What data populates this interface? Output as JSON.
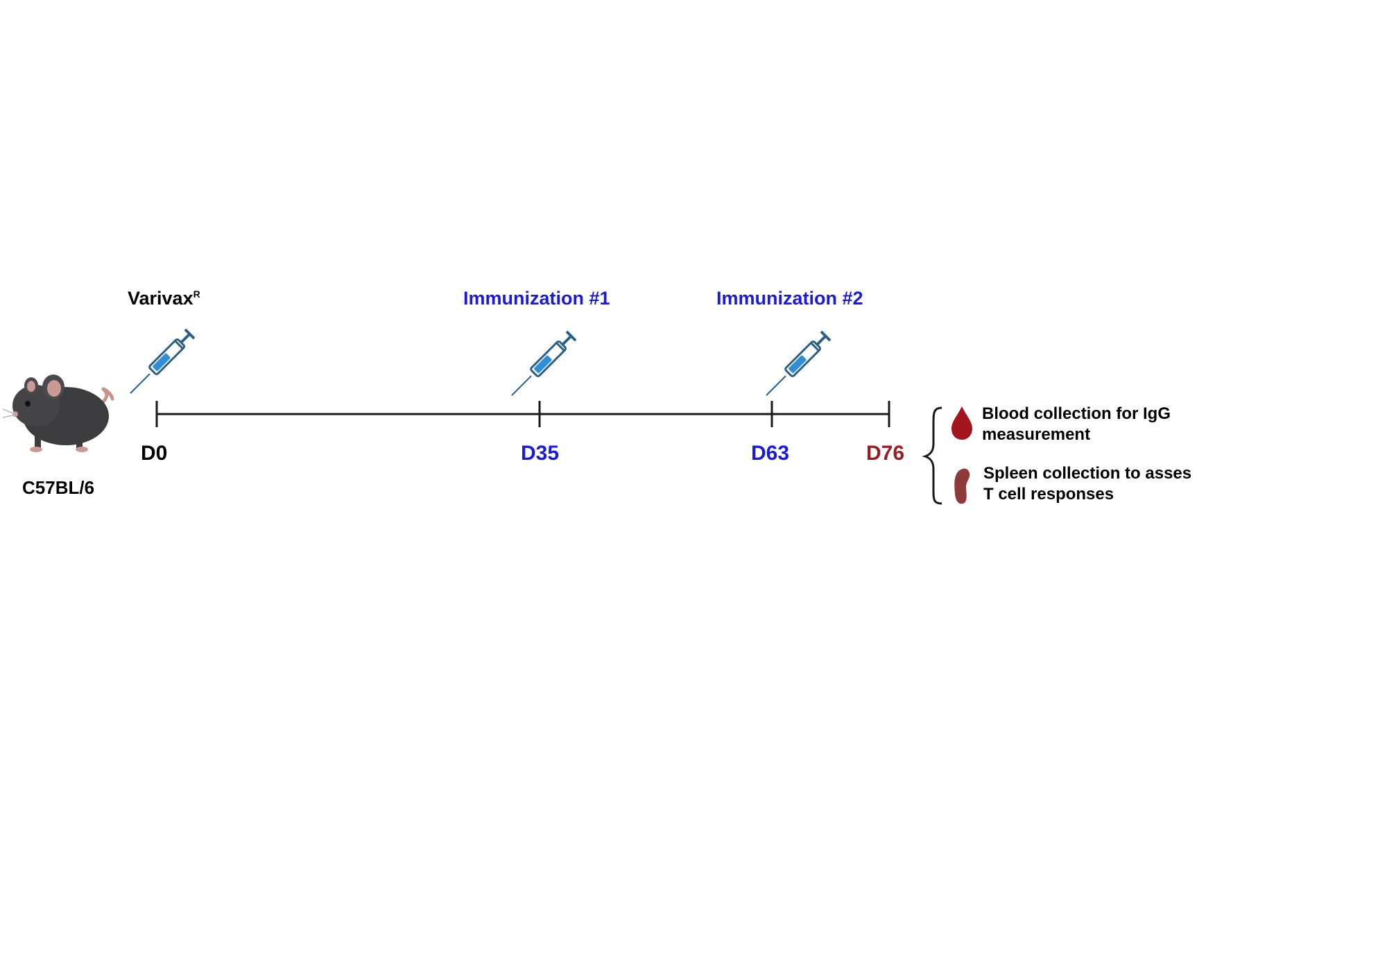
{
  "mouse": {
    "strain": "C57BL/6"
  },
  "events": [
    {
      "day": "D0",
      "label": "Varivax",
      "label_sup": "R",
      "day_color": "#000000",
      "label_color": "#000000"
    },
    {
      "day": "D35",
      "label": "Immunization #1",
      "label_sup": "",
      "day_color": "#1a1adc",
      "label_color": "#1a1adc"
    },
    {
      "day": "D63",
      "label": "Immunization #2",
      "label_sup": "",
      "day_color": "#1a1adc",
      "label_color": "#1a1adc"
    },
    {
      "day": "D76",
      "label": "",
      "label_sup": "",
      "day_color": "#9b1b1f",
      "label_color": ""
    }
  ],
  "outcomes": [
    {
      "icon": "blood-drop-icon",
      "line1": "Blood collection for IgG",
      "line2": "measurement"
    },
    {
      "icon": "spleen-icon",
      "line1": "Spleen collection to asses",
      "line2": "T cell responses"
    }
  ],
  "colors": {
    "accent_blue": "#1a1adc",
    "endpoint_red": "#9b1b1f",
    "blood": "#a3161d",
    "spleen": "#8f3a3a",
    "syringe": "#2b5f86"
  }
}
